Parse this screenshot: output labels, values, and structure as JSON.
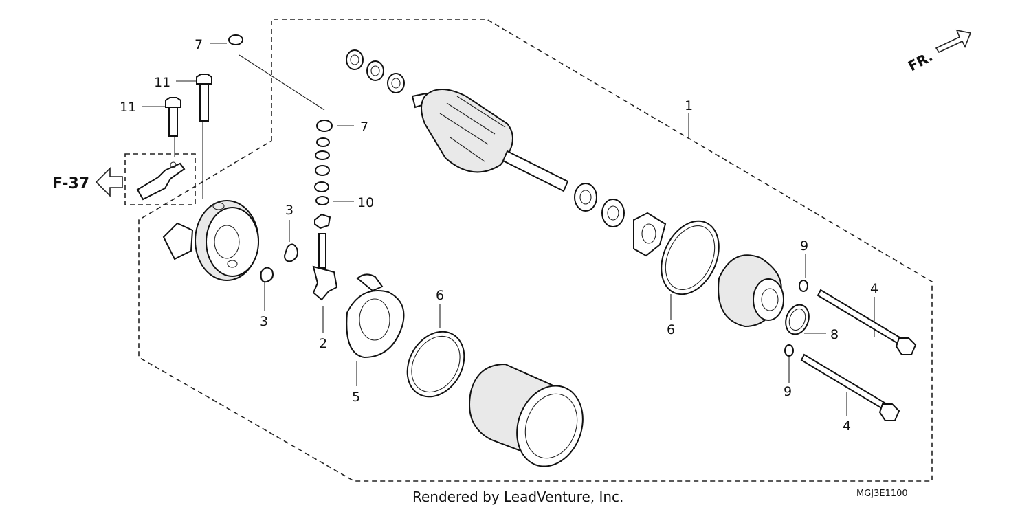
{
  "diagram": {
    "callouts": {
      "c1": "1",
      "c2": "2",
      "c3a": "3",
      "c3b": "3",
      "c4a": "4",
      "c4b": "4",
      "c5": "5",
      "c6a": "6",
      "c6b": "6",
      "c7a": "7",
      "c7b": "7",
      "c8": "8",
      "c9a": "9",
      "c9b": "9",
      "c10": "10",
      "c11a": "11",
      "c11b": "11"
    },
    "ref_label": "F-37",
    "direction_label": "FR.",
    "footer_text": "Rendered by LeadVenture, Inc.",
    "diagram_code": "MGJ3E1100"
  },
  "colors": {
    "line": "#222222",
    "background": "#ffffff"
  }
}
